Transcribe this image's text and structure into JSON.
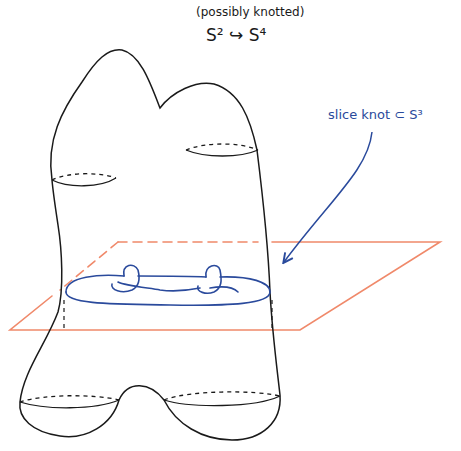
{
  "diagram": {
    "labels": [
      "(possibly knotted)",
      "S² ↪ S⁴",
      "slice knot ⊂ S³"
    ]
  }
}
